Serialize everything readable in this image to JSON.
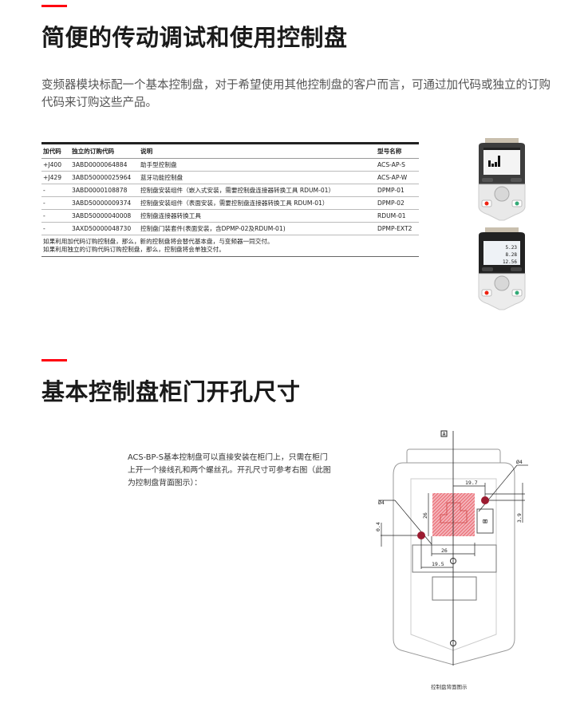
{
  "section1": {
    "title": "简便的传动调试和使用控制盘",
    "intro": "变频器模块标配一个基本控制盘，对于希望使用其他控制盘的客户而言，可通过加代码或独立的订购代码来订购这些产品。",
    "table": {
      "headers": [
        "加代码",
        "独立的订购代码",
        "说明",
        "型号名称"
      ],
      "rows": [
        [
          "+J400",
          "3ABD0000064884",
          "助手型控制盘",
          "ACS-AP-S"
        ],
        [
          "+J429",
          "3ABD50000025964",
          "蓝牙功能控制盘",
          "ACS-AP-W"
        ],
        [
          "-",
          "3ABD0000108878",
          "控制盘安装组件（嵌入式安装，需要控制盘连接器转换工具 RDUM-01）",
          "DPMP-01"
        ],
        [
          "-",
          "3ABD50000009374",
          "控制盘安装组件（表面安装，需要控制盘连接器转换工具 RDUM-01）",
          "DPMP-02"
        ],
        [
          "-",
          "3ABD50000040008",
          "控制盘连接器转换工具",
          "RDUM-01"
        ],
        [
          "-",
          "3AXD50000048730",
          "控制盘门装套件(表面安装，含DPMP-02及RDUM-01)",
          "DPMP-EXT2"
        ]
      ],
      "notes": [
        "如果利用加代码订购控制盘，那么，新的控制盘将会替代基本盘，与变频器一同交付。",
        "如果利用独立的订购代码订购控制盘，那么，控制盘将会单独交付。"
      ]
    },
    "panel2_values": [
      "5.23",
      "8.28",
      "12.56"
    ]
  },
  "section2": {
    "title": "基本控制盘柜门开孔尺寸",
    "body": "ACS-BP-S基本控制盘可以直接安装在柜门上，只需在柜门上开一个接线孔和两个螺丝孔。开孔尺寸可参考右图（此图为控制盘背面图示）：",
    "diagram": {
      "datum": "A",
      "dims": [
        "Ø4",
        "Ø4",
        "19.7",
        "26",
        "26",
        "19.5",
        "0.4",
        "3.9"
      ],
      "caption": "控制盘背面图示"
    }
  },
  "colors": {
    "accent": "#ff000f",
    "hole": "#9b1b30",
    "hatch": "#e8505b"
  }
}
